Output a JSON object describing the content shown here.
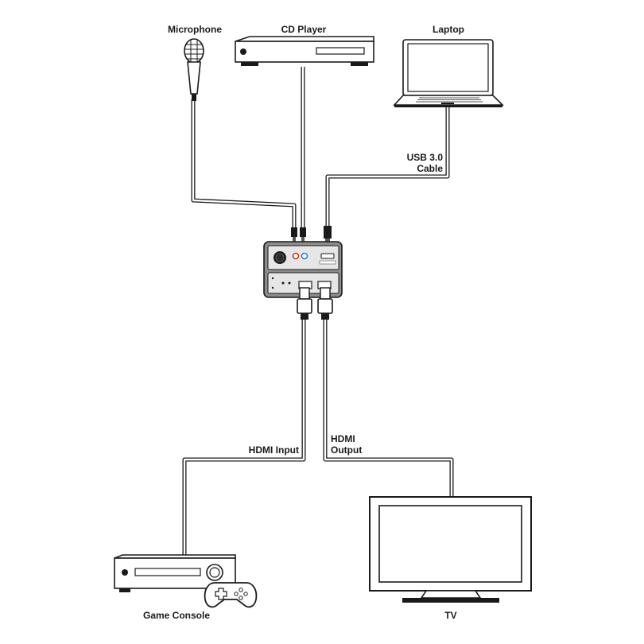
{
  "labels": {
    "microphone": "Microphone",
    "cd_player": "CD Player",
    "laptop": "Laptop",
    "usb_line1": "USB 3.0",
    "usb_line2": "Cable",
    "hdmi_input": "HDMI Input",
    "hdmi_output_line1": "HDMI",
    "hdmi_output_line2": "Output",
    "game_console": "Game Console",
    "tv": "TV"
  },
  "colors": {
    "line": "#1a1a1a",
    "device_fill": "#ffffff",
    "hub_fill": "#d9d9d9",
    "hub_dark": "#555555",
    "accent_red": "#c0392b",
    "accent_blue": "#2e86c1"
  }
}
